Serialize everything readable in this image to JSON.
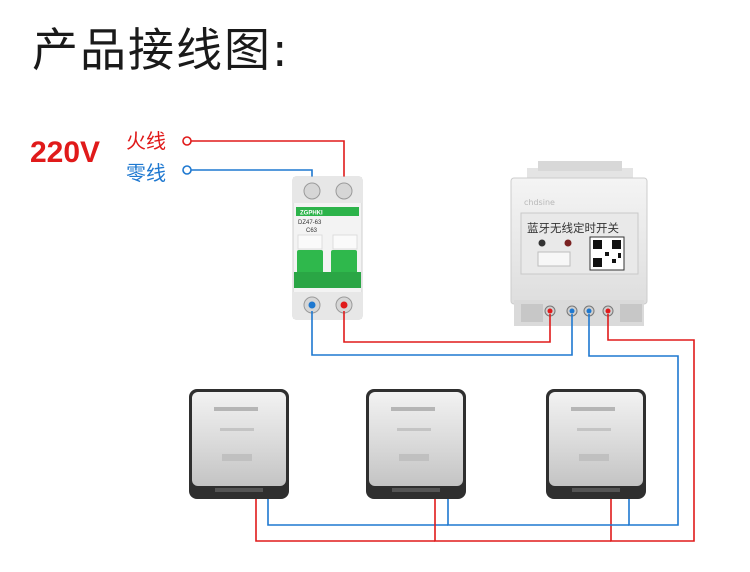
{
  "title": "产品接线图:",
  "supply": {
    "voltage": "220V",
    "live_label": "火线",
    "neutral_label": "零线"
  },
  "breaker": {
    "brand": "ZGPHKI",
    "model": "DZ47-63",
    "rating": "C63"
  },
  "timer_switch": {
    "brand": "chdsine",
    "label": "蓝牙无线定时开关"
  },
  "colors": {
    "live": "#e01a1a",
    "neutral": "#1e78d0"
  }
}
